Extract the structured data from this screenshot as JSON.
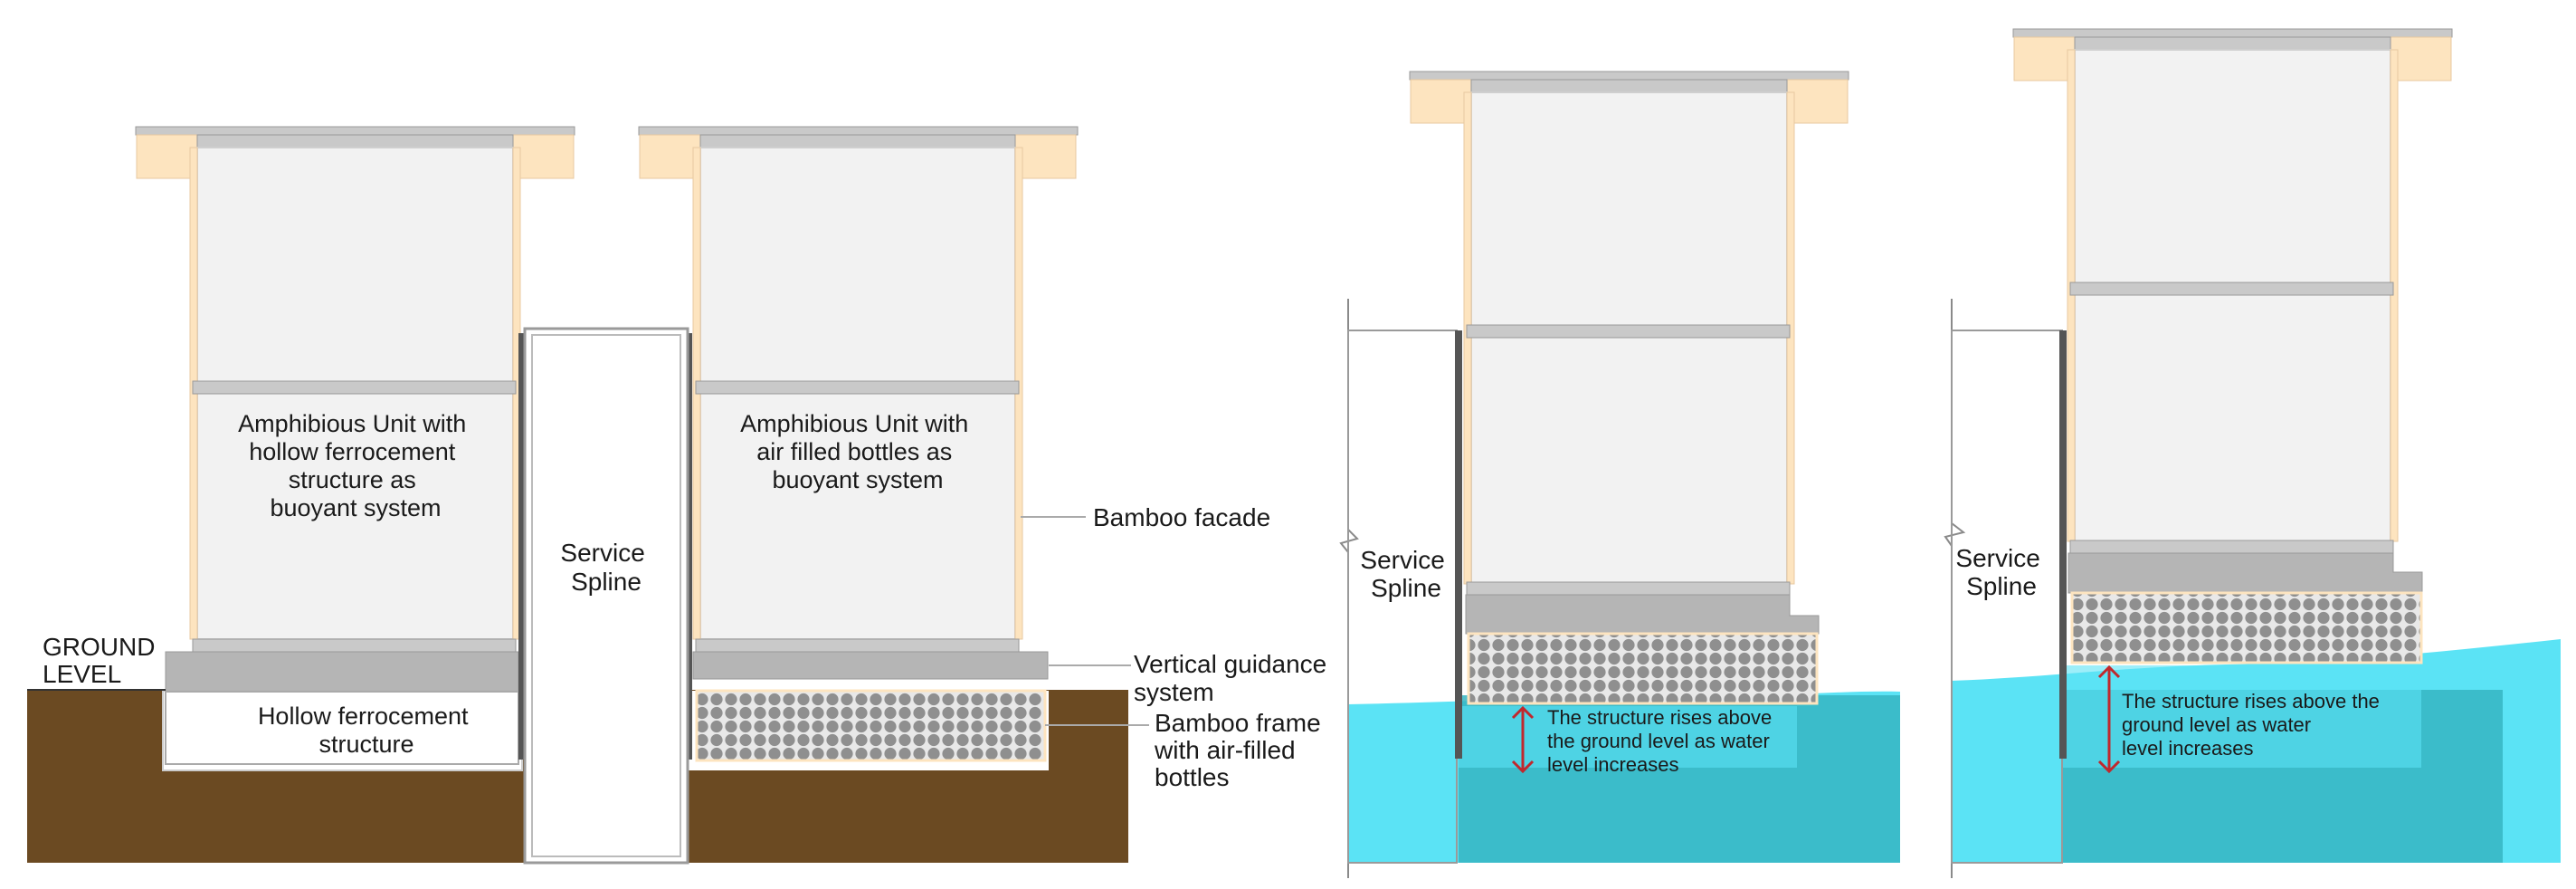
{
  "labels": {
    "unit_left": [
      "Amphibious Unit with",
      "hollow ferrocement",
      "structure as",
      "buoyant system"
    ],
    "unit_right": [
      "Amphibious Unit with",
      "air filled bottles as",
      "buoyant system"
    ],
    "service_spline": [
      "Service",
      "Spline"
    ],
    "ground_level": [
      "GROUND",
      "LEVEL"
    ],
    "hollow_structure": [
      "Hollow ferrocement",
      "structure"
    ],
    "bamboo_facade": "Bamboo facade",
    "vertical_guidance": [
      "Vertical guidance",
      "system"
    ],
    "bamboo_frame": [
      "Bamboo frame",
      "with air-filled",
      "bottles"
    ],
    "flood_note_1": [
      "The structure rises above",
      "the ground level as water",
      "level increases"
    ],
    "flood_note_2": [
      "The structure rises above the",
      "ground level as water",
      "level increases"
    ]
  },
  "colors": {
    "soil": "#6b4a22",
    "water": "#5be3f5",
    "water_deep": "#36b5c2",
    "wall": "#f2f2f2",
    "slab": "#c9c9c9",
    "base": "#b5b5b5",
    "bamboo": "#fde4bf",
    "bottle": "#8f8f8f",
    "arrow": "#c0282d"
  }
}
